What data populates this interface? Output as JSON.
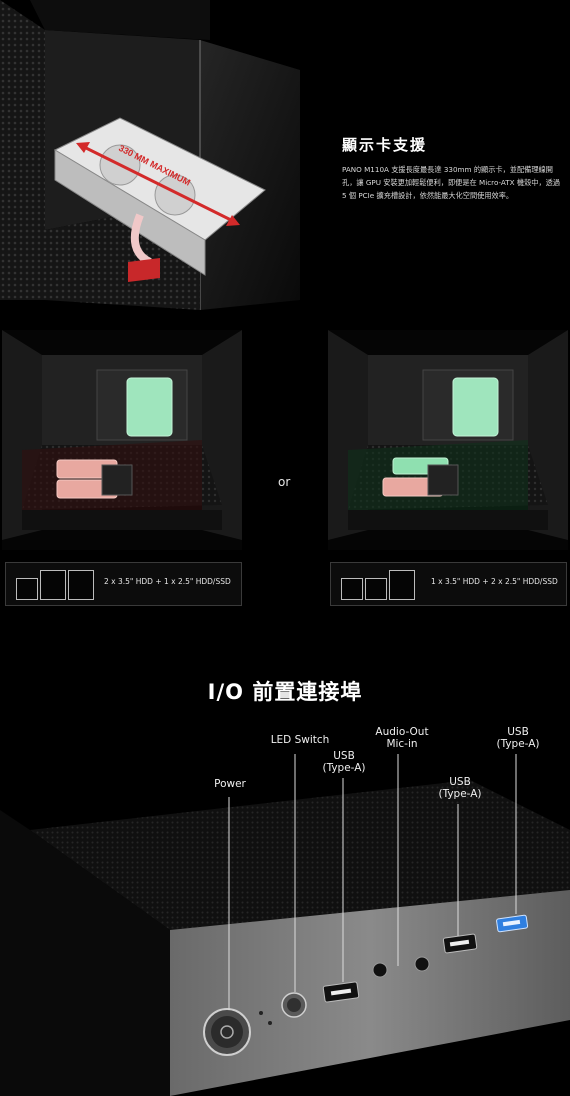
{
  "gpu": {
    "dimension_label": "330 MM MAXIMUM",
    "title": "顯示卡支援",
    "description": "PANO M110A 支援長度最長達 330mm 的顯示卡，並配備理線開孔，讓 GPU 安裝更加輕鬆便利，即便是在 Micro-ATX 機殼中，透過 5 個 PCIe 擴充槽設計，依然能最大化空間使用效率。"
  },
  "hdd": {
    "or_label": "or",
    "left_caption": "2 x 3.5\" HDD + 1 x 2.5\" HDD/SSD",
    "right_caption": "1 x 3.5\" HDD + 2 x 2.5\" HDD/SSD"
  },
  "io": {
    "title": "I/O 前置連接埠",
    "labels": {
      "power": "Power",
      "led_switch": "LED Switch",
      "usb_a_1": "USB\n(Type-A)",
      "audio": "Audio-Out\nMic-in",
      "usb_a_2": "USB\n(Type-A)",
      "usb_a_3": "USB\n(Type-A)"
    }
  },
  "colors": {
    "gpu_arrow": "#d32a2a",
    "hdd_pink": "#e8a8a0",
    "hdd_green": "#8fe0b0",
    "usb_blue": "#2f7fe0"
  }
}
